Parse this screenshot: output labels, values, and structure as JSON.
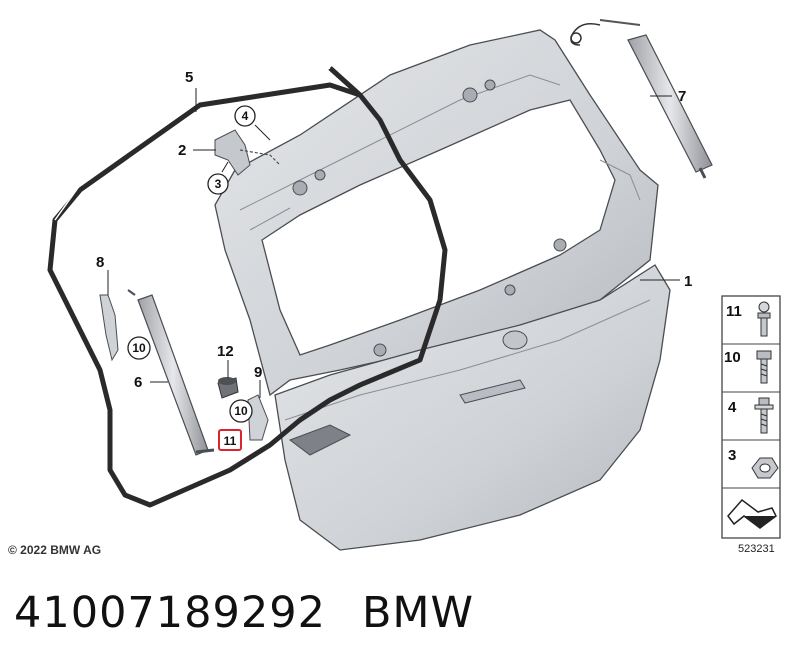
{
  "diagram": {
    "callouts": [
      {
        "id": "1",
        "label": "1"
      },
      {
        "id": "2",
        "label": "2"
      },
      {
        "id": "5",
        "label": "5"
      },
      {
        "id": "6",
        "label": "6"
      },
      {
        "id": "7",
        "label": "7"
      },
      {
        "id": "8",
        "label": "8"
      },
      {
        "id": "9",
        "label": "9"
      },
      {
        "id": "12",
        "label": "12"
      }
    ],
    "circled_callouts": [
      {
        "id": "3",
        "label": "3"
      },
      {
        "id": "4",
        "label": "4"
      },
      {
        "id": "10a",
        "label": "10"
      },
      {
        "id": "10b",
        "label": "10"
      }
    ],
    "highlighted_callout": {
      "label": "11",
      "color": "#d9262c"
    },
    "legend": [
      {
        "label": "11",
        "part": "ball-stud"
      },
      {
        "label": "10",
        "part": "hex-screw"
      },
      {
        "label": "4",
        "part": "flange-bolt"
      },
      {
        "label": "3",
        "part": "hex-nut"
      }
    ],
    "diagram_number": "523231",
    "copyright": "© 2022 BMW AG"
  },
  "footer": {
    "part_number": "41007189292",
    "brand": "BMW"
  },
  "colors": {
    "panel_fill": "#d4d6da",
    "panel_shade": "#b9bcc2",
    "outline": "#4a4d52",
    "seal": "#2a2a2a",
    "highlight": "#d9262c"
  }
}
